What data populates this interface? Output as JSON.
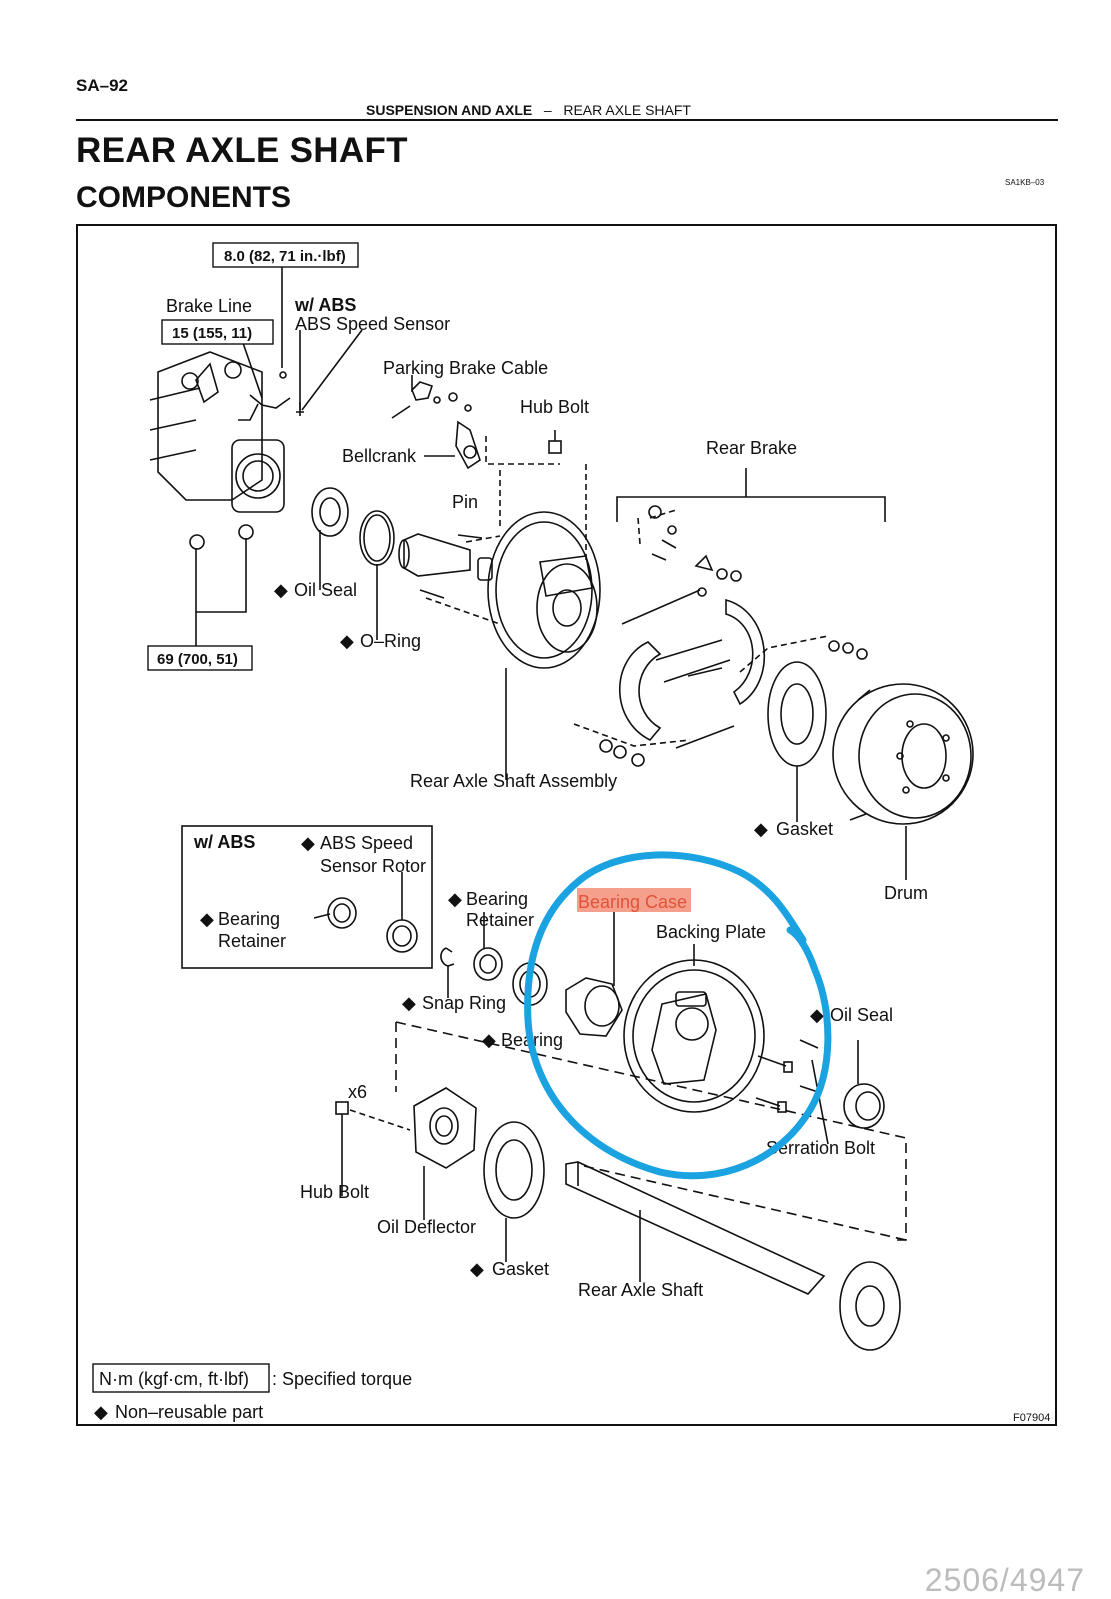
{
  "header": {
    "page_code": "SA–92",
    "section": "SUSPENSION AND AXLE",
    "separator": "–",
    "subsection": "REAR AXLE SHAFT",
    "doc_code": "SA1KB–03"
  },
  "title": "REAR AXLE SHAFT",
  "subtitle": "COMPONENTS",
  "diagram": {
    "torque_top": "8.0 (82, 71 in.·lbf)",
    "brake_line": "Brake Line",
    "torque_brake_line": "15 (155, 11)",
    "w_abs": "w/ ABS",
    "abs_speed_sensor": "ABS Speed Sensor",
    "parking_brake_cable": "Parking Brake Cable",
    "hub_bolt_top": "Hub Bolt",
    "bellcrank": "Bellcrank",
    "rear_brake": "Rear Brake",
    "pin": "Pin",
    "oil_seal_top": "Oil Seal",
    "o_ring": "O–Ring",
    "torque_bottom": "69 (700, 51)",
    "rear_axle_shaft_assembly": "Rear Axle Shaft Assembly",
    "gasket_right": "Gasket",
    "drum": "Drum",
    "inset_w_abs": "w/ ABS",
    "inset_abs_rotor_1": "ABS Speed",
    "inset_abs_rotor_2": "Sensor Rotor",
    "inset_bearing_retainer_1": "Bearing",
    "inset_bearing_retainer_2": "Retainer",
    "bearing_retainer_1": "Bearing",
    "bearing_retainer_2": "Retainer",
    "bearing_case": "Bearing Case",
    "backing_plate": "Backing Plate",
    "snap_ring": "Snap Ring",
    "bearing": "Bearing",
    "oil_seal_bottom": "Oil Seal",
    "x6": "x6",
    "serration_bolt": "Serration Bolt",
    "hub_bolt_bottom": "Hub Bolt",
    "oil_deflector": "Oil Deflector",
    "gasket_bottom": "Gasket",
    "rear_axle_shaft": "Rear Axle Shaft",
    "legend_torque_box": "N·m (kgf·cm, ft·lbf)",
    "legend_torque_text": ": Specified torque",
    "legend_nonreusable": "Non–reusable part",
    "figure_code": "F07904",
    "diamond": "◆"
  },
  "page_counter": "2506/4947",
  "colors": {
    "annotation_circle": "#1aa3e0",
    "highlight": "#f4a08c",
    "highlight_text": "#e0533a",
    "ink": "#111111",
    "counter": "#bcbcbc"
  }
}
